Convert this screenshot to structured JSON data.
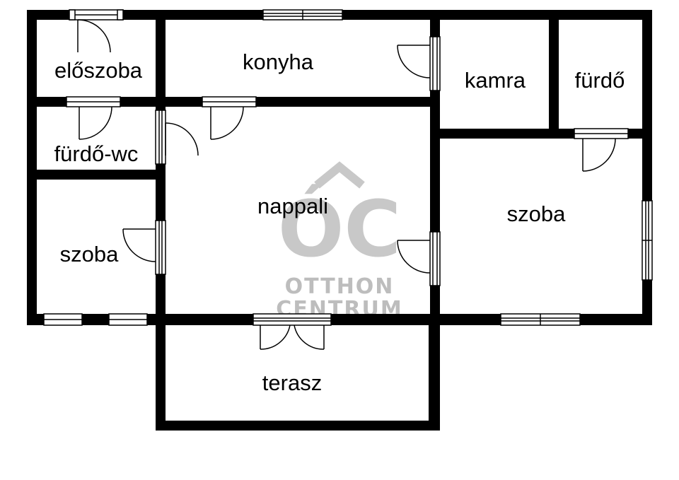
{
  "rooms": {
    "eloszoba": "előszoba",
    "konyha": "konyha",
    "kamra": "kamra",
    "furdo": "fürdő",
    "furdo_wc": "fürdő-wc",
    "nappali": "nappali",
    "szoba_left": "szoba",
    "szoba_right": "szoba",
    "terasz": "terasz"
  },
  "watermark": {
    "logo_letters": "ÓC",
    "line1": "OTTHON",
    "line2": "CENTRUM"
  }
}
